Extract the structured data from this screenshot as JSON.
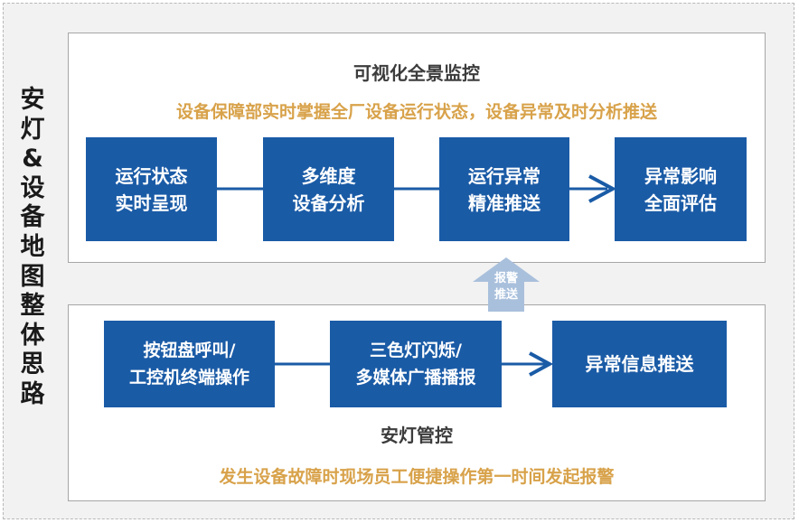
{
  "side_title": [
    "安",
    "灯",
    "&",
    "设",
    "备",
    "地",
    "图",
    "整",
    "体",
    "思",
    "路"
  ],
  "top_panel": {
    "title": "可视化全景监控",
    "subtitle": "设备保障部实时掌握全厂设备运行状态，设备异常及时分析推送",
    "steps": [
      "运行状态\n实时呈现",
      "多维度\n设备分析",
      "运行异常\n精准推送",
      "异常影响\n全面评估"
    ]
  },
  "bottom_panel": {
    "title": "安灯管控",
    "subtitle": "发生设备故障时现场员工便捷操作第一时间发起报警",
    "steps": [
      "按钮盘呼叫/\n工控机终端操作",
      "三色灯闪烁/\n多媒体广播播报",
      "异常信息推送"
    ]
  },
  "up_arrow_label": "报警\n推送",
  "colors": {
    "box_fill": "#1a5ba6",
    "subtitle_text": "#d8a24a",
    "up_arrow_fill": "#a9c0dc",
    "background": "#f2f2f2"
  }
}
